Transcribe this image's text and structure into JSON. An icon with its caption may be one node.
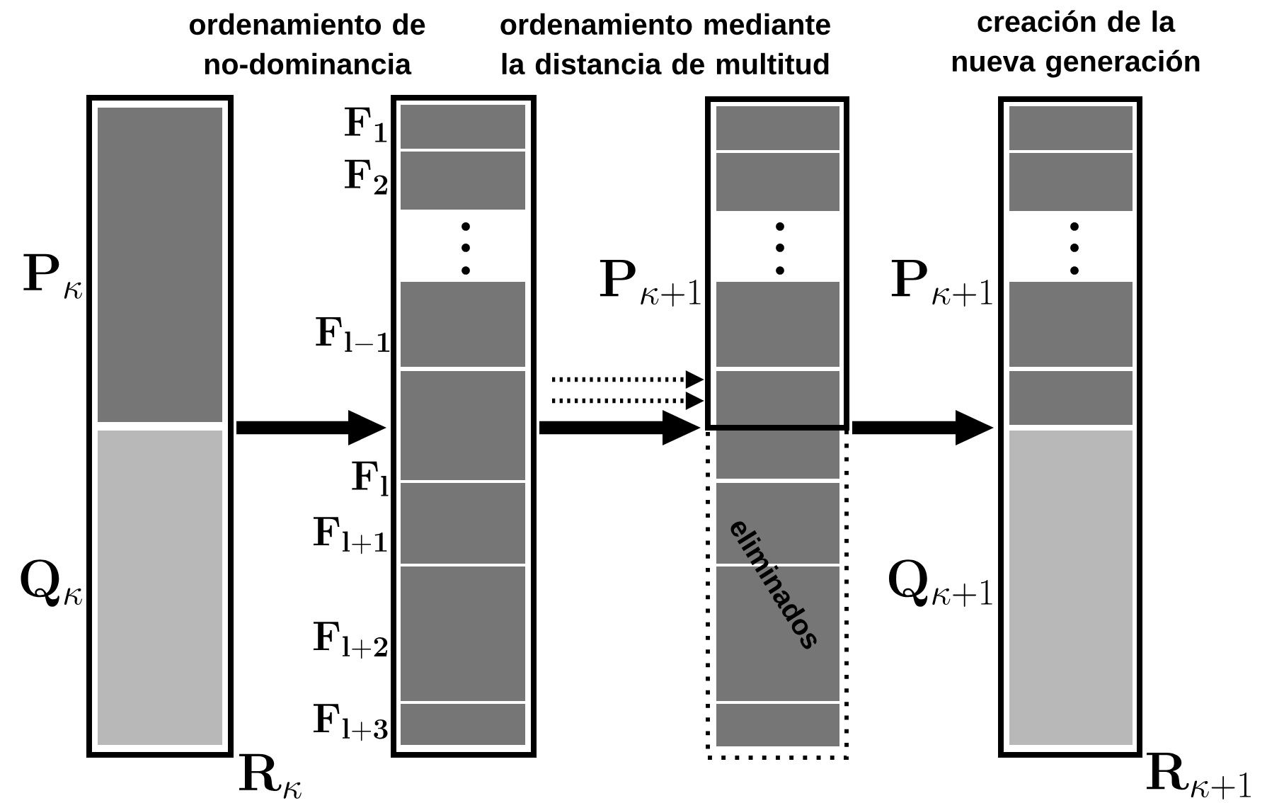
{
  "diagram": {
    "nodes": [
      {
        "text": [],
        "shape": "box",
        "beside": [
          "\\mathbf{R}_{\\kappa}"
        ]
      },
      {
        "text": [],
        "shape": "box",
        "in": 0,
        "beside": [
          "\\mathbf{P}_{\\kappa}"
        ]
      },
      {
        "text": [],
        "shape": "box",
        "in": 0,
        "beside": [
          "\\mathbf{Q}_{\\kappa}"
        ]
      },
      {
        "text": [],
        "shape": "box"
      },
      {
        "text": [],
        "shape": "box",
        "in": 3,
        "beside": [
          "\\mathbf{F}_{\\mathbf{1}}"
        ]
      },
      {
        "text": [],
        "shape": "box",
        "in": 3,
        "beside": [
          "\\mathbf{F}_{\\mathbf{2}}"
        ]
      },
      {
        "text": [],
        "shape": "box",
        "in": 3,
        "beside": [
          "\\mathbf{F}_{\\mathbf{l-1}}"
        ]
      },
      {
        "text": [],
        "shape": "box",
        "in": 3,
        "beside": [
          "\\mathbf{F}_{\\mathbf{l}}"
        ]
      },
      {
        "text": [],
        "shape": "box",
        "in": 3,
        "beside": [
          "\\mathbf{F}_{\\mathbf{l+1}}"
        ]
      },
      {
        "text": [],
        "shape": "box",
        "in": 3,
        "beside": [
          "\\mathbf{F}_{\\mathbf{l+2}}"
        ]
      },
      {
        "text": [],
        "shape": "box",
        "in": 3,
        "beside": [
          "\\mathbf{F}_{\\mathbf{l+3}}"
        ]
      },
      {
        "text": [],
        "shape": "box"
      },
      {
        "text": [],
        "shape": "box",
        "in": 11
      },
      {
        "text": [],
        "shape": "box",
        "in": 11
      },
      {
        "text": [],
        "shape": "box",
        "in": 11
      },
      {
        "text": [],
        "shape": "box"
      },
      {
        "text": [],
        "shape": "box"
      },
      {
        "text": [],
        "shape": "box",
        "in": 16
      },
      {
        "text": [],
        "shape": "box",
        "in": 16
      },
      {
        "text": [],
        "shape": "box",
        "in": 16
      },
      {
        "text": [],
        "shape": "box",
        "beside": [
          "\\mathbf{R}_{\\kappa+1}"
        ]
      },
      {
        "text": [],
        "shape": "box",
        "in": 20
      },
      {
        "text": [],
        "shape": "box",
        "in": 20
      },
      {
        "text": [],
        "shape": "box",
        "in": 20
      },
      {
        "text": [],
        "shape": "box",
        "in": 20
      },
      {
        "text": [],
        "shape": "box",
        "in": 20,
        "beside": [
          "\\mathbf{Q}_{\\kappa+1}"
        ]
      }
    ],
    "edges": [
      {
        "from": 0,
        "to": 3,
        "arrow": "to"
      },
      {
        "from": null,
        "to": 15,
        "arrow": "to",
        "style": "dashed"
      },
      {
        "from": null,
        "to": 15,
        "arrow": "to",
        "style": "dashed"
      },
      {
        "from": 3,
        "to": 11,
        "arrow": "to"
      },
      {
        "from": 11,
        "to": 20,
        "arrow": "to"
      }
    ],
    "labels": [
      "ordenamiento de no-dominancia",
      "ordenamiento mediante la distancia de multitud",
      "creación de la nueva generación",
      "\\mathbf{P}_{\\kappa+1}",
      "\\mathbf{P}_{\\kappa+1}",
      "eliminados"
    ]
  }
}
